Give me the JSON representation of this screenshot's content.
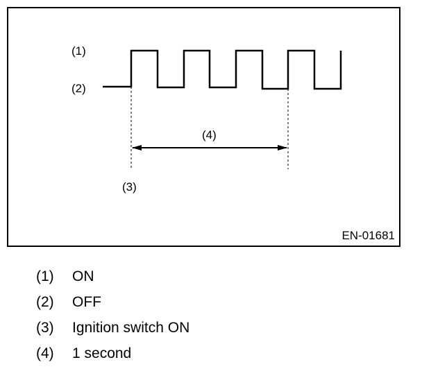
{
  "diagram": {
    "label_on": "(1)",
    "label_off": "(2)",
    "label_ignition": "(3)",
    "label_interval": "(4)",
    "figure_code": "EN-01681",
    "stroke_color": "#000000"
  },
  "legend": [
    {
      "num": "(1)",
      "text": "ON"
    },
    {
      "num": "(2)",
      "text": "OFF"
    },
    {
      "num": "(3)",
      "text": "Ignition switch ON"
    },
    {
      "num": "(4)",
      "text": "1 second"
    }
  ]
}
